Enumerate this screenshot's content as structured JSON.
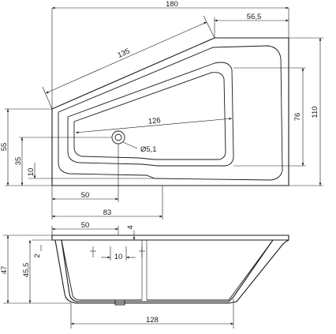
{
  "top_view": {
    "dim_width": "180",
    "dim_short_edge": "56,5",
    "dim_diagonal": "135",
    "dim_height_total": "110",
    "dim_inner_height": "76",
    "dim_left_height": "55",
    "dim_drain_height": "35",
    "dim_drain_offset": "10",
    "dim_inner_length": "126",
    "dim_drain_diameter": "Ø5,1",
    "dim_drain_x": "50",
    "dim_bottom_width": "83"
  },
  "side_view": {
    "dim_drain_x": "50",
    "dim_rim": "4",
    "dim_overflow": "2",
    "dim_drain_width": "10",
    "dim_height": "47",
    "dim_inner_depth": "45,5",
    "dim_bottom_length": "128"
  }
}
